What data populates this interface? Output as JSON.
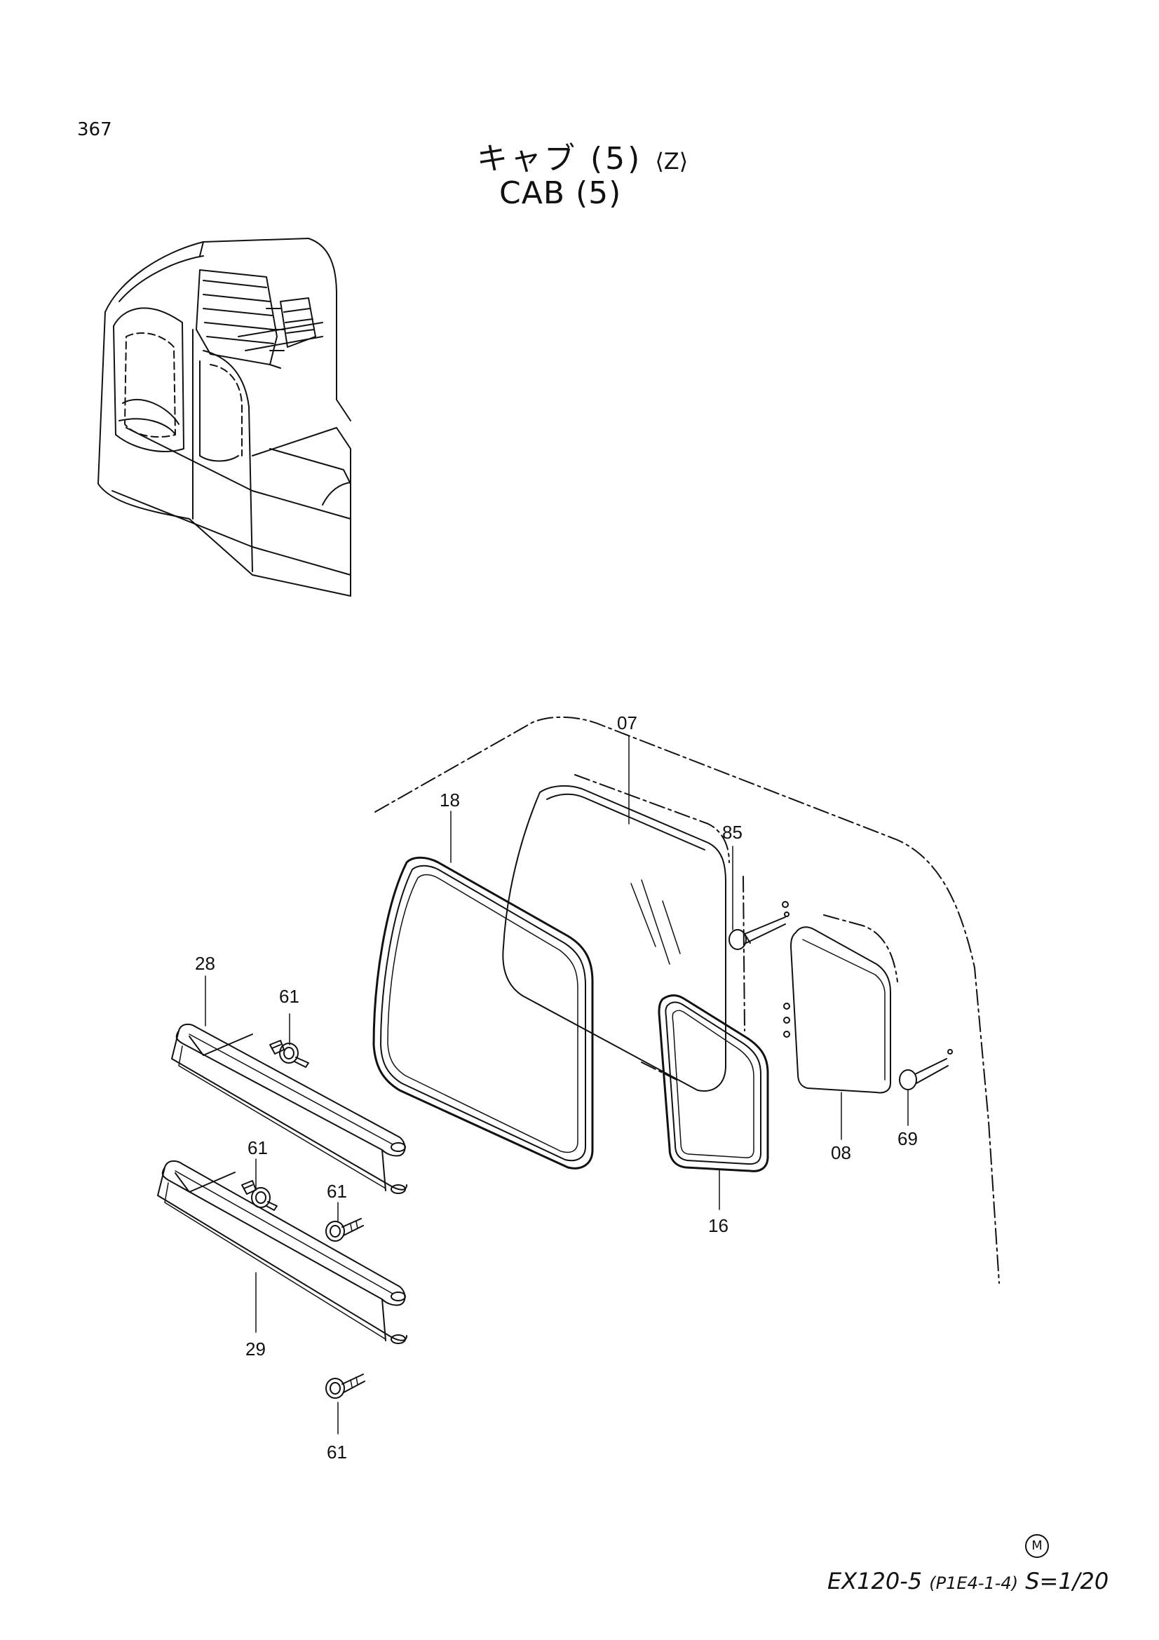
{
  "page": {
    "number": "367"
  },
  "title": {
    "jp": "キャブ (5)",
    "variant": "⟨Z⟩",
    "en": "CAB (5)"
  },
  "callouts": [
    {
      "id": "07",
      "text": "07"
    },
    {
      "id": "18",
      "text": "18"
    },
    {
      "id": "85",
      "text": "85"
    },
    {
      "id": "28",
      "text": "28"
    },
    {
      "id": "61a",
      "text": "61"
    },
    {
      "id": "08",
      "text": "08"
    },
    {
      "id": "69",
      "text": "69"
    },
    {
      "id": "61b",
      "text": "61"
    },
    {
      "id": "61c",
      "text": "61"
    },
    {
      "id": "16",
      "text": "16"
    },
    {
      "id": "29",
      "text": "29"
    },
    {
      "id": "61d",
      "text": "61"
    }
  ],
  "footer": {
    "mark": "M",
    "model": "EX120-5",
    "code": "(P1E4-1-4)",
    "scale": "S=1/20"
  }
}
